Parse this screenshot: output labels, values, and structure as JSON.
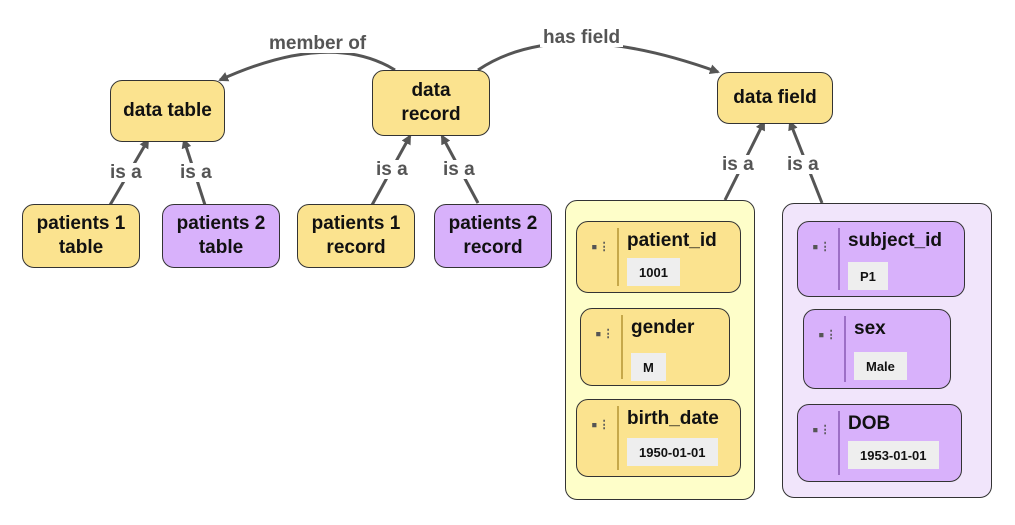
{
  "nodes": {
    "data_table": "data table",
    "data_record": "data\nrecord",
    "data_field": "data field",
    "patients1_table": "patients 1\ntable",
    "patients2_table": "patients 2\ntable",
    "patients1_record": "patients 1\nrecord",
    "patients2_record": "patients 2\nrecord"
  },
  "edges": {
    "member_of": "member of",
    "has_field": "has field",
    "is_a": "is a"
  },
  "groups": {
    "patients1_fields": [
      {
        "name": "patient_id",
        "value": "1001"
      },
      {
        "name": "gender",
        "value": "M"
      },
      {
        "name": "birth_date",
        "value": "1950-01-01"
      }
    ],
    "patients2_fields": [
      {
        "name": "subject_id",
        "value": "P1"
      },
      {
        "name": "sex",
        "value": "Male"
      },
      {
        "name": "DOB",
        "value": "1953-01-01"
      }
    ]
  },
  "icons": {
    "field_icon": "field-list-icon"
  },
  "colors": {
    "yellow": "#fbe38f",
    "purple": "#d8b1fb",
    "yellow_group": "#fefec9",
    "purple_group": "#f1e5fb",
    "edge": "#555555"
  }
}
